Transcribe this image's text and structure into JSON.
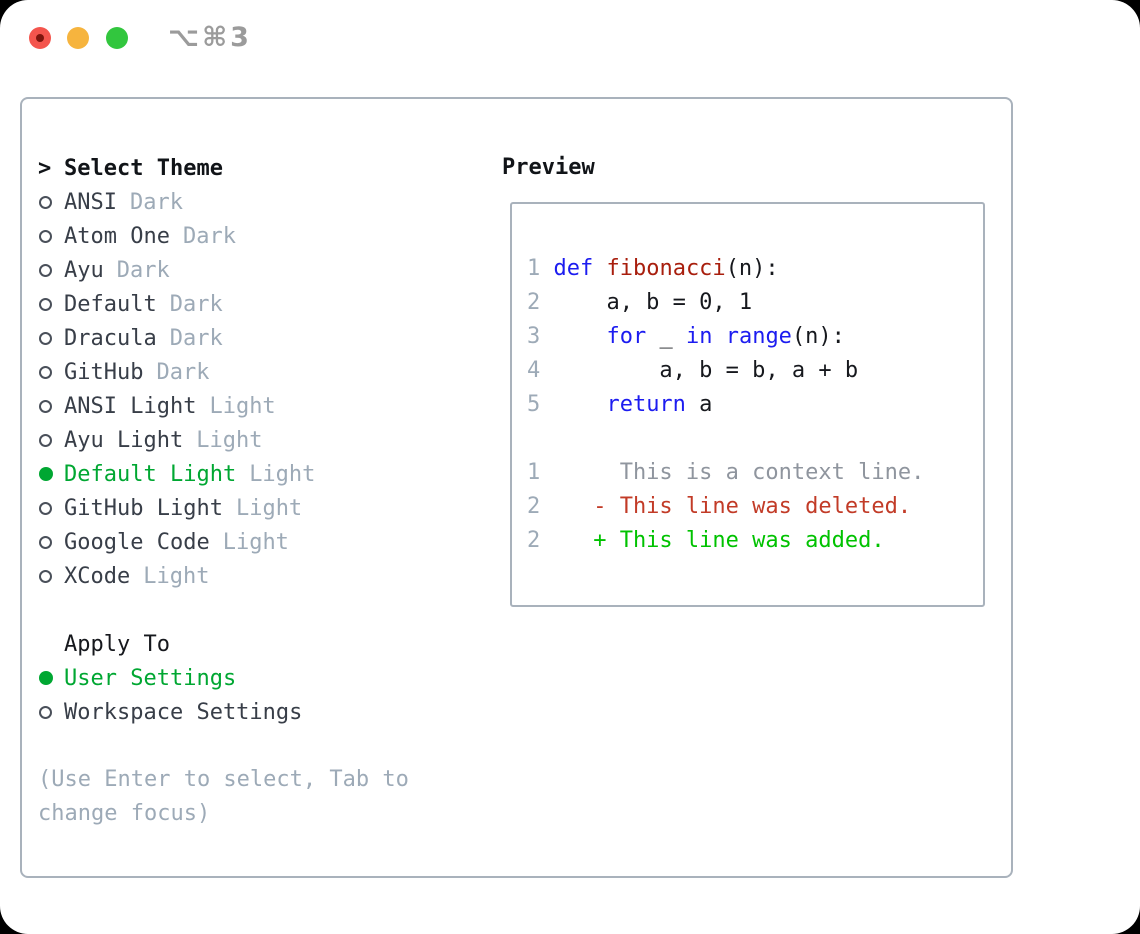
{
  "window": {
    "title": "⌥⌘3",
    "traffic_lights": {
      "close": "close",
      "minimize": "minimize",
      "zoom": "zoom"
    }
  },
  "colors": {
    "selected_green": "#00a732",
    "added_green": "#00c200",
    "deleted_red": "#c23b27",
    "keyword_blue": "#1c1cf0",
    "function_red": "#a81e0d",
    "muted_gray": "#9daab7",
    "border_gray": "#a9b2bc"
  },
  "theme_panel": {
    "header_prefix": ">",
    "header": "Select Theme",
    "themes": [
      {
        "name": "ANSI",
        "tag": "Dark",
        "selected": false
      },
      {
        "name": "Atom One",
        "tag": "Dark",
        "selected": false
      },
      {
        "name": "Ayu",
        "tag": "Dark",
        "selected": false
      },
      {
        "name": "Default",
        "tag": "Dark",
        "selected": false
      },
      {
        "name": "Dracula",
        "tag": "Dark",
        "selected": false
      },
      {
        "name": "GitHub",
        "tag": "Dark",
        "selected": false
      },
      {
        "name": "ANSI Light",
        "tag": "Light",
        "selected": false
      },
      {
        "name": "Ayu Light",
        "tag": "Light",
        "selected": false
      },
      {
        "name": "Default Light",
        "tag": "Light",
        "selected": true
      },
      {
        "name": "GitHub Light",
        "tag": "Light",
        "selected": false
      },
      {
        "name": "Google Code",
        "tag": "Light",
        "selected": false
      },
      {
        "name": "XCode",
        "tag": "Light",
        "selected": false
      }
    ],
    "apply_to": {
      "label": "Apply To",
      "options": [
        {
          "name": "User Settings",
          "selected": true
        },
        {
          "name": "Workspace Settings",
          "selected": false
        }
      ]
    },
    "hint": "(Use Enter to select, Tab to change focus)"
  },
  "preview": {
    "label": "Preview",
    "code_lines": [
      {
        "num": "1",
        "segments": [
          {
            "t": "def",
            "c": "keyword"
          },
          {
            "t": " ",
            "c": "plain"
          },
          {
            "t": "fibonacci",
            "c": "function"
          },
          {
            "t": "(n):",
            "c": "plain"
          }
        ]
      },
      {
        "num": "2",
        "segments": [
          {
            "t": "    a, b = 0, 1",
            "c": "plain"
          }
        ]
      },
      {
        "num": "3",
        "segments": [
          {
            "t": "    ",
            "c": "plain"
          },
          {
            "t": "for",
            "c": "keyword"
          },
          {
            "t": " _ ",
            "c": "plain"
          },
          {
            "t": "in",
            "c": "keyword"
          },
          {
            "t": " ",
            "c": "plain"
          },
          {
            "t": "range",
            "c": "keyword"
          },
          {
            "t": "(n):",
            "c": "plain"
          }
        ]
      },
      {
        "num": "4",
        "segments": [
          {
            "t": "        a, b = b, a + b",
            "c": "plain"
          }
        ]
      },
      {
        "num": "5",
        "segments": [
          {
            "t": "    ",
            "c": "plain"
          },
          {
            "t": "return",
            "c": "keyword"
          },
          {
            "t": " a",
            "c": "plain"
          }
        ]
      }
    ],
    "diff_lines": [
      {
        "num": "1",
        "text": "     This is a context line.",
        "type": "context"
      },
      {
        "num": "2",
        "text": "   - This line was deleted.",
        "type": "deleted"
      },
      {
        "num": "2",
        "text": "   + This line was added.",
        "type": "added"
      }
    ]
  }
}
